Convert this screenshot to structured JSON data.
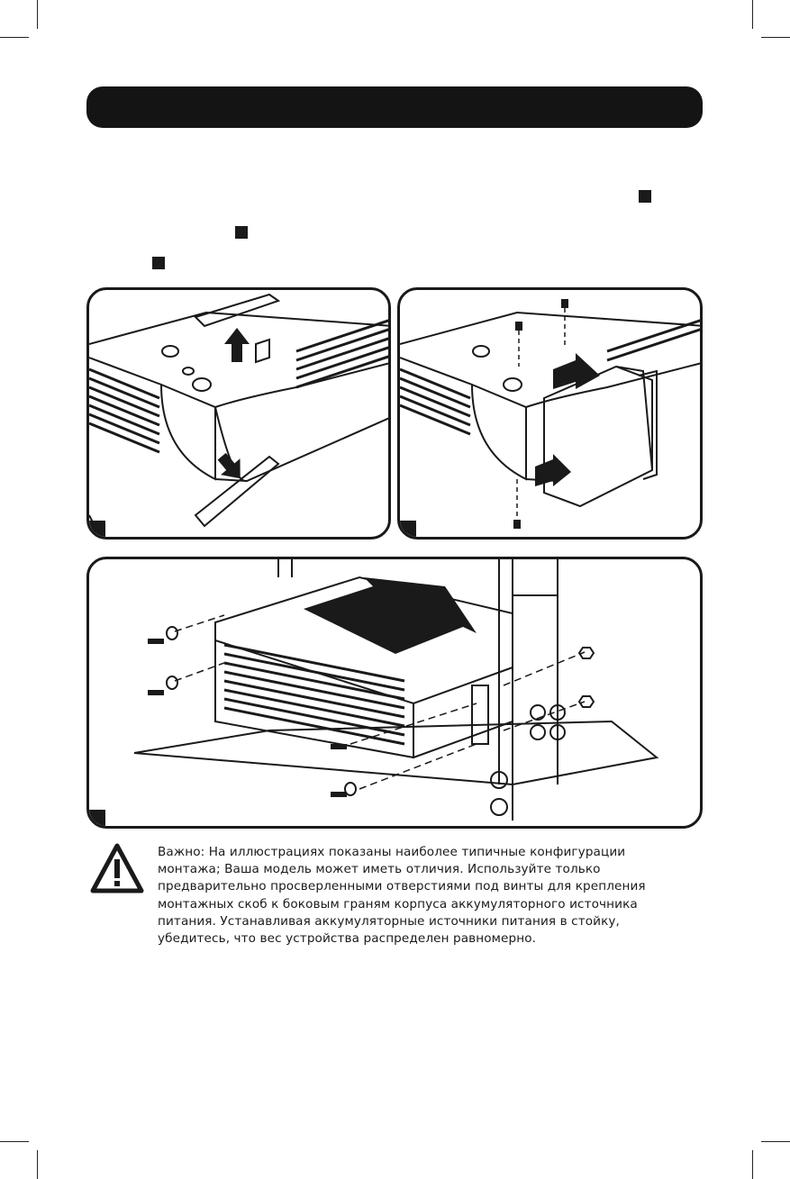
{
  "warning": {
    "icon": "warning-triangle-icon",
    "text": "Важно: На иллюстрациях показаны наиболее типичные конфигурации монтажа; Ваша модель может иметь отличия. Используйте только предварительно просверленными отверстиями под винты для крепления монтажных скоб к боковым граням корпуса аккумуляторного источника питания. Устанавливая аккумуляторные источники питания в стойку, убедитесь, что вес устройства распределен равномерно."
  },
  "figures": [
    {
      "id": "figure-1",
      "subject": "remove-feet"
    },
    {
      "id": "figure-2",
      "subject": "attach-brackets"
    },
    {
      "id": "figure-3",
      "subject": "install-in-rack"
    }
  ],
  "colors": {
    "ink": "#1a1a1a",
    "paper": "#ffffff"
  }
}
